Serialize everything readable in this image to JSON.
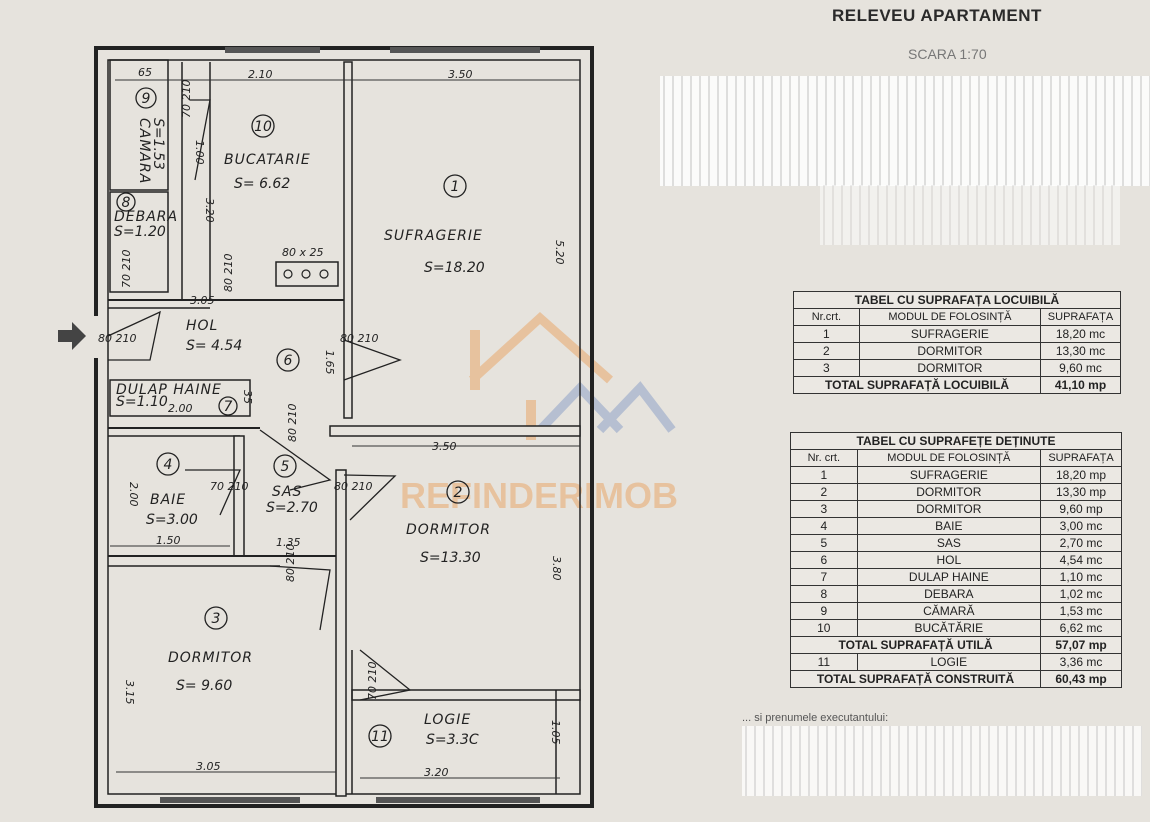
{
  "document": {
    "title": "RELEVEU APARTAMENT",
    "scale": "SCARA 1:70"
  },
  "watermark": {
    "text": "REFINDERIMOB",
    "color": "#e9a86b",
    "accent_color": "#8fa3c8"
  },
  "plan": {
    "entrance_icon": "entrance-arrow-icon",
    "rooms": [
      {
        "id": "1",
        "name": "SUFRAGERIE",
        "area": "S=18.20"
      },
      {
        "id": "2",
        "name": "DORMITOR",
        "area": "S=13.30"
      },
      {
        "id": "3",
        "name": "DORMITOR",
        "area": "S= 9.60"
      },
      {
        "id": "4",
        "name": "BAIE",
        "area": "S=3.00"
      },
      {
        "id": "5",
        "name": "SAS",
        "area": "S=2.70"
      },
      {
        "id": "6",
        "name": "HOL",
        "area": "S= 4.54"
      },
      {
        "id": "7",
        "name": "DULAP HAINE",
        "area": "S=1.10"
      },
      {
        "id": "8",
        "name": "DEBARA",
        "area": "S=1.20"
      },
      {
        "id": "9",
        "name": "CAMARA",
        "area": "S=1.53"
      },
      {
        "id": "10",
        "name": "BUCATARIE",
        "area": "S= 6.62"
      },
      {
        "id": "11",
        "name": "LOGIE",
        "area": "S=3.3C"
      }
    ],
    "dimensions": {
      "d_065": "65",
      "d_210_top": "2.10",
      "d_350_top": "3.50",
      "d_320_kitchen": "3.20",
      "d_520_living": "5.20",
      "d_305_hol": "3.05",
      "d_165_hol": "1.65",
      "d_200_dulap": "2.00",
      "d_035": "35",
      "d_350_mid": "3.50",
      "d_200_baie": "2.00",
      "d_150_baie": "1.50",
      "d_135_sas": "1.35",
      "d_380_dorm": "3.80",
      "d_315_dorm": "3.15",
      "d_305_bottom": "3.05",
      "d_320_logie": "3.20",
      "d_105_logie": "1.05",
      "d_100_camara": "1.00",
      "stove": "80 x 25"
    },
    "doors": {
      "camara": "70\n210",
      "debara": "70\n210",
      "kitchen": "80\n210",
      "entrance": "80\n210",
      "living": "80\n210",
      "sas_top": "80\n210",
      "baie": "70\n210",
      "dorm2": "80\n210",
      "dorm3": "80\n210",
      "logie": "70\n210"
    }
  },
  "table_living": {
    "caption": "TABEL CU SUPRAFAȚA LOCUIBILĂ",
    "headers": [
      "Nr.crt.",
      "MODUL DE FOLOSINȚĂ",
      "SUPRAFAȚA"
    ],
    "rows": [
      [
        "1",
        "SUFRAGERIE",
        "18,20 mc"
      ],
      [
        "2",
        "DORMITOR",
        "13,30 mc"
      ],
      [
        "3",
        "DORMITOR",
        "9,60 mc"
      ]
    ],
    "total_label": "TOTAL SUPRAFAȚĂ LOCUIBILĂ",
    "total_value": "41,10 mp"
  },
  "table_held": {
    "caption": "TABEL CU SUPRAFEȚE DEȚINUTE",
    "headers": [
      "Nr. crt.",
      "MODUL DE FOLOSINȚĂ",
      "SUPRAFAȚA"
    ],
    "rows": [
      [
        "1",
        "SUFRAGERIE",
        "18,20 mp"
      ],
      [
        "2",
        "DORMITOR",
        "13,30 mp"
      ],
      [
        "3",
        "DORMITOR",
        "9,60 mp"
      ],
      [
        "4",
        "BAIE",
        "3,00 mc"
      ],
      [
        "5",
        "SAS",
        "2,70 mc"
      ],
      [
        "6",
        "HOL",
        "4,54 mc"
      ],
      [
        "7",
        "DULAP HAINE",
        "1,10 mc"
      ],
      [
        "8",
        "DEBARA",
        "1,02 mc"
      ],
      [
        "9",
        "CĂMARĂ",
        "1,53 mc"
      ],
      [
        "10",
        "BUCĂTĂRIE",
        "6,62 mc"
      ]
    ],
    "useful_label": "TOTAL SUPRAFAȚĂ UTILĂ",
    "useful_value": "57,07 mp",
    "extra_row": [
      "11",
      "LOGIE",
      "3,36 mc"
    ],
    "built_label": "TOTAL SUPRAFAȚĂ CONSTRUITĂ",
    "built_value": "60,43 mp"
  },
  "signature": {
    "label": "... si prenumele executantului:"
  }
}
